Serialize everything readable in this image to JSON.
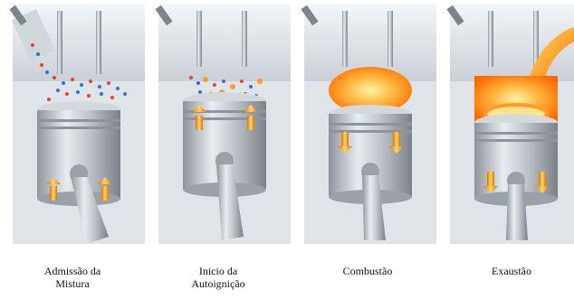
{
  "stages": [
    {
      "key": "intake",
      "label": "Admissão da\nMistura"
    },
    {
      "key": "autoignition",
      "label": "Inicio da\nAutoignição"
    },
    {
      "key": "combustion",
      "label": "Combustão"
    },
    {
      "key": "exhaust",
      "label": "Exaustão"
    }
  ],
  "colors": {
    "metal": "#b9bec4",
    "metal_dark": "#7d848c",
    "head_bg": "#e6ebef",
    "arrow": "#f2a516",
    "flame": "#ff7a00",
    "mixture_red": "#e8452e",
    "mixture_blue": "#3b6fd1"
  }
}
